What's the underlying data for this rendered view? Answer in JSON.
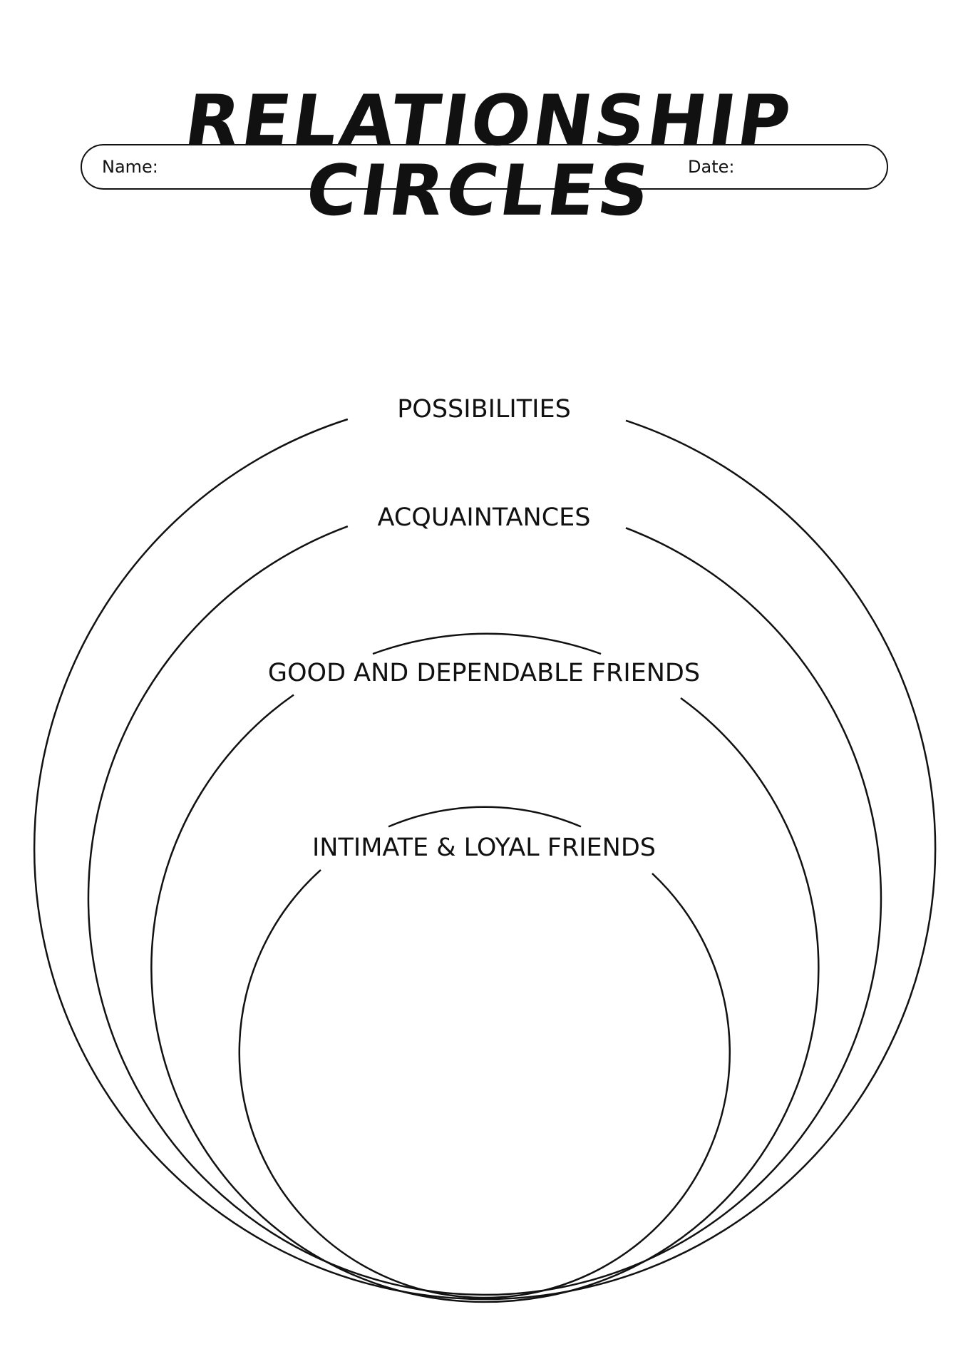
{
  "worksheet": {
    "title": "RELATIONSHIP CIRCLES",
    "name_label": "Name:",
    "date_label": "Date:"
  },
  "circles": [
    {
      "id": "possibilities",
      "label": "POSSIBILITIES"
    },
    {
      "id": "acquaintances",
      "label": "ACQUAINTANCES"
    },
    {
      "id": "good",
      "label": "GOOD AND DEPENDABLE FRIENDS"
    },
    {
      "id": "intimate",
      "label": "INTIMATE & LOYAL FRIENDS"
    }
  ]
}
